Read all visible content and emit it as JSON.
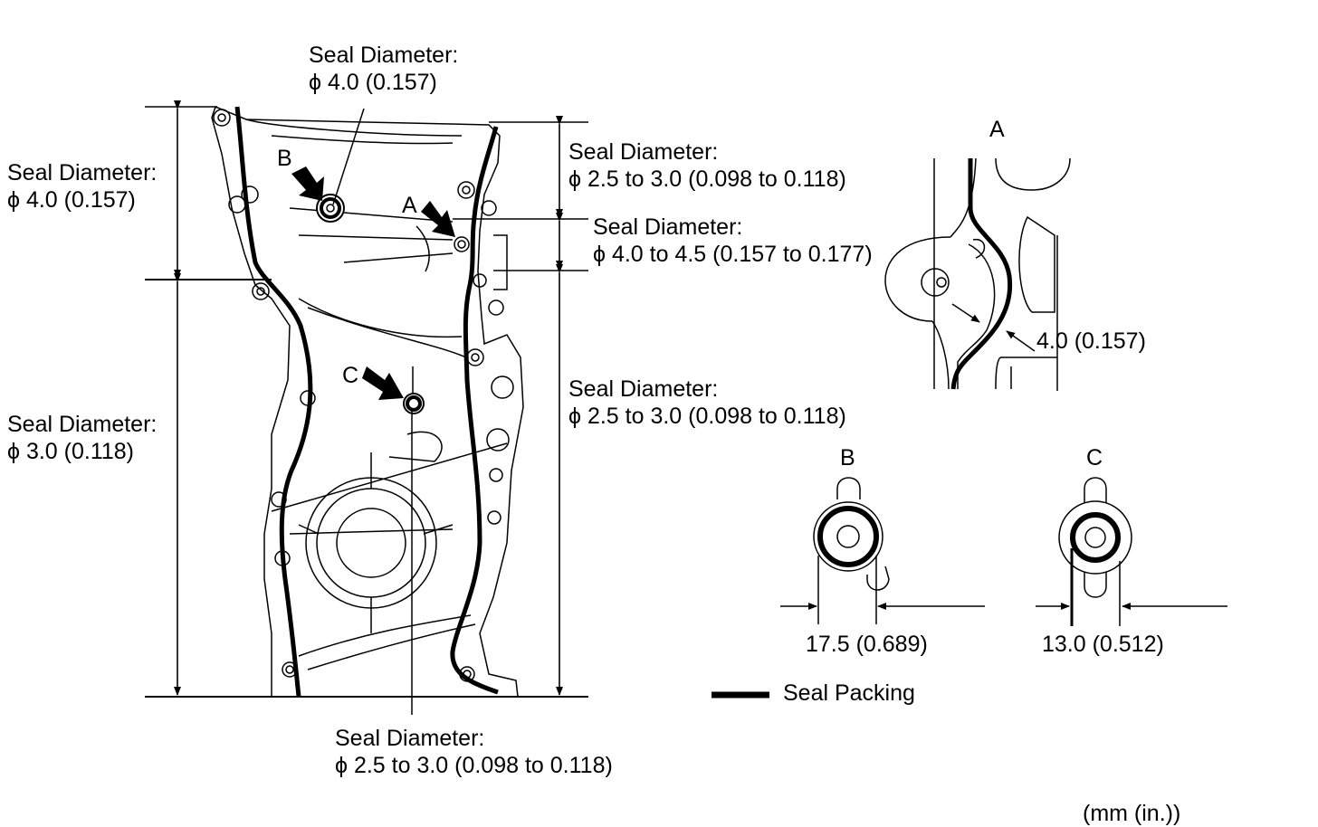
{
  "callouts": {
    "top_center": {
      "title": "Seal Diameter:",
      "value": "ϕ 4.0 (0.157)"
    },
    "left_top": {
      "title": "Seal Diameter:",
      "value": "ϕ 4.0 (0.157)"
    },
    "left_bottom": {
      "title": "Seal Diameter:",
      "value": "ϕ 3.0 (0.118)"
    },
    "right_top": {
      "title": "Seal Diameter:",
      "value": "ϕ 2.5 to 3.0 (0.098 to 0.118)"
    },
    "right_mid": {
      "title": "Seal Diameter:",
      "value": "ϕ 4.0 to 4.5 (0.157 to 0.177)"
    },
    "right_bottom": {
      "title": "Seal Diameter:",
      "value": "ϕ 2.5 to 3.0 (0.098 to 0.118)"
    },
    "bottom_center": {
      "title": "Seal Diameter:",
      "value": "ϕ 2.5 to 3.0 (0.098 to 0.118)"
    }
  },
  "markers": {
    "a": "A",
    "b": "B",
    "c": "C"
  },
  "details": {
    "a": {
      "title": "A",
      "dimension": "4.0 (0.157)"
    },
    "b": {
      "title": "B",
      "dimension": "17.5 (0.689)"
    },
    "c": {
      "title": "C",
      "dimension": "13.0 (0.512)"
    }
  },
  "legend": {
    "label": "Seal Packing"
  },
  "units": "(mm (in.))"
}
